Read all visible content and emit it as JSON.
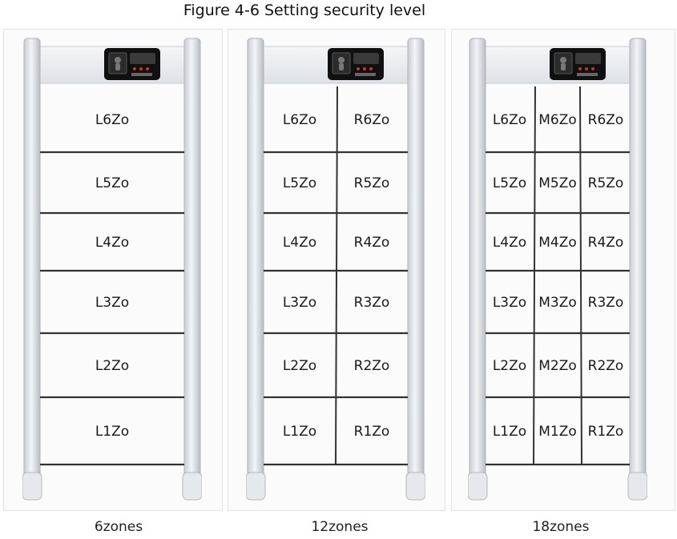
{
  "figure": {
    "title": "Figure 4-6 Setting security level"
  },
  "gates": [
    {
      "caption": "6zones",
      "columns": [
        [
          "L6Zo",
          "L5Zo",
          "L4Zo",
          "L3Zo",
          "L2Zo",
          "L1Zo"
        ]
      ]
    },
    {
      "caption": "12zones",
      "columns": [
        [
          "L6Zo",
          "L5Zo",
          "L4Zo",
          "L3Zo",
          "L2Zo",
          "L1Zo"
        ],
        [
          "R6Zo",
          "R5Zo",
          "R4Zo",
          "R3Zo",
          "R2Zo",
          "R1Zo"
        ]
      ]
    },
    {
      "caption": "18zones",
      "columns": [
        [
          "L6Zo",
          "L5Zo",
          "L4Zo",
          "L3Zo",
          "L2Zo",
          "L1Zo"
        ],
        [
          "M6Zo",
          "M5Zo",
          "M4Zo",
          "M3Zo",
          "M2Zo",
          "M1Zo"
        ],
        [
          "R6Zo",
          "R5Zo",
          "R4Zo",
          "R3Zo",
          "R2Zo",
          "R1Zo"
        ]
      ]
    }
  ],
  "colors": {
    "frame": "#d7dade",
    "divider": "#333333",
    "panel": "#101010"
  }
}
